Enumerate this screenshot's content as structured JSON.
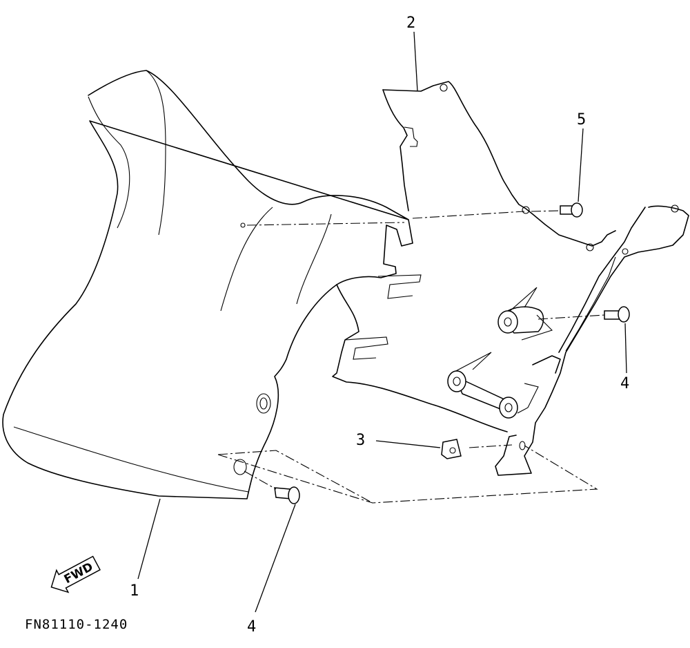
{
  "diagram": {
    "callouts": [
      {
        "id": "1",
        "text": "1"
      },
      {
        "id": "2",
        "text": "2"
      },
      {
        "id": "3",
        "text": "3"
      },
      {
        "id": "4a",
        "text": "4"
      },
      {
        "id": "4b",
        "text": "4"
      },
      {
        "id": "5",
        "text": "5"
      }
    ],
    "fwd_arrow": "FWD",
    "figure_code": "FN81110-1240",
    "icons": {
      "fwd": "fwd-arrow-icon"
    }
  }
}
